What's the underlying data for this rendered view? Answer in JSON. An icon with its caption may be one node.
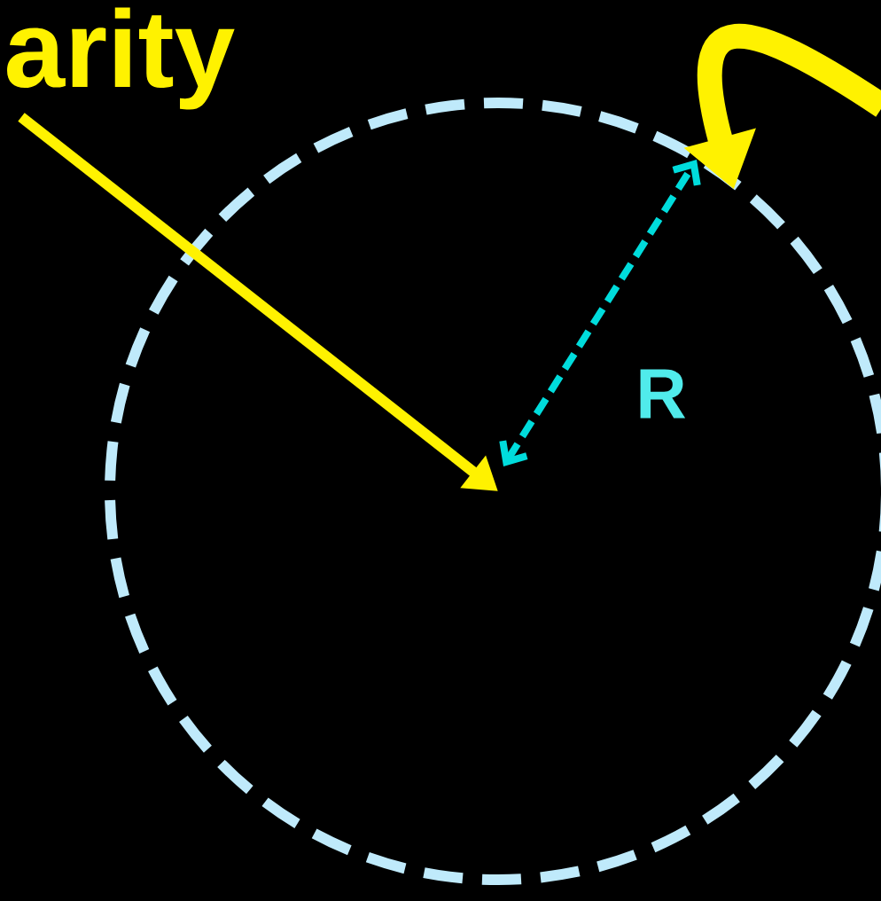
{
  "diagram": {
    "nodes": [
      {
        "text": [
          "arity"
        ]
      },
      {
        "text": [],
        "shape": "circle"
      }
    ],
    "edges": [
      {
        "from": 0,
        "to": 1,
        "arrow": "to"
      },
      {
        "from": null,
        "to": 1,
        "arrow": "to",
        "style": "thick"
      }
    ],
    "labels": [
      "R"
    ]
  }
}
